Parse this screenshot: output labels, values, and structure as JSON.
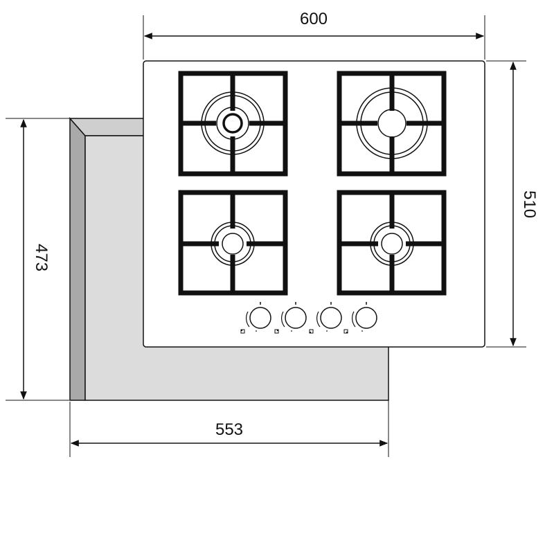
{
  "dimensions": {
    "width_top": "600",
    "height_right": "510",
    "height_left": "473",
    "width_bottom": "553"
  },
  "colors": {
    "line": "#111111",
    "grate": "#111111",
    "panel_fill": "#ffffff",
    "cutout_fill": "#dcdcdc",
    "cutout_shadow": "#a9a9a9"
  },
  "hob": {
    "burner_count": 4,
    "knob_count": 4
  }
}
